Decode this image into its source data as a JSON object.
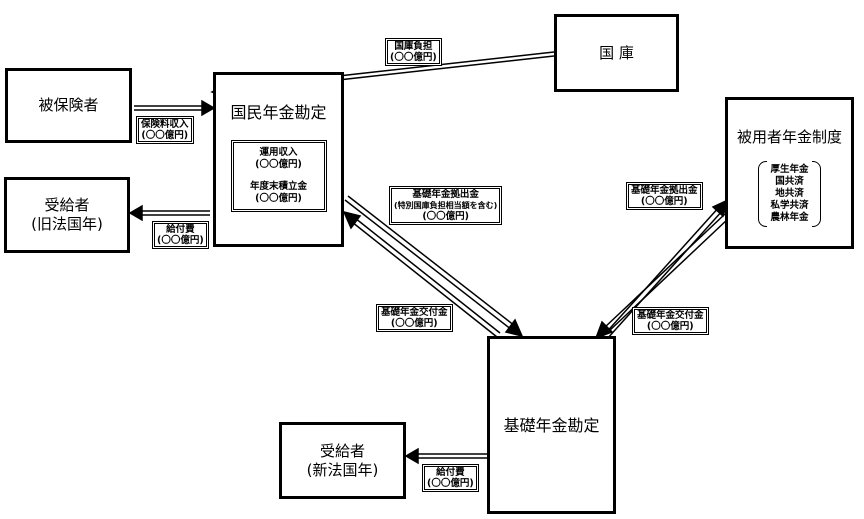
{
  "nodes": {
    "insured": {
      "title": "被保険者"
    },
    "beneficiary_old": {
      "title": "受給者",
      "subtitle": "(旧法国年)"
    },
    "national_pension_account": {
      "title": "国民年金勘定",
      "inner": {
        "line1": "運用収入",
        "line2": "(〇〇億円)",
        "line3": "年度末積立金",
        "line4": "(〇〇億円)"
      }
    },
    "treasury": {
      "title": "国 庫"
    },
    "employee_pension": {
      "title": "被用者年金制度",
      "members": [
        "厚生年金",
        "国共済",
        "地共済",
        "私学共済",
        "農林年金"
      ]
    },
    "basic_pension_account": {
      "title": "基礎年金勘定"
    },
    "beneficiary_new": {
      "title": "受給者",
      "subtitle": "(新法国年)"
    }
  },
  "flows": {
    "treasury_burden": {
      "label": "国庫負担",
      "amount": "(〇〇億円)"
    },
    "premium_income": {
      "label": "保険料収入",
      "amount": "(〇〇億円)"
    },
    "benefit_old": {
      "label": "給付費",
      "amount": "(〇〇億円)"
    },
    "contribution_national": {
      "label": "基礎年金拠出金",
      "note": "(特別国庫負担相当額を含む)",
      "amount": "(〇〇億円)"
    },
    "grant_national": {
      "label": "基礎年金交付金",
      "amount": "(〇〇億円)"
    },
    "contribution_employee": {
      "label": "基礎年金拠出金",
      "amount": "(〇〇億円)"
    },
    "grant_employee": {
      "label": "基礎年金交付金",
      "amount": "(〇〇億円)"
    },
    "benefit_new": {
      "label": "給付費",
      "amount": "(〇〇億円)"
    }
  }
}
